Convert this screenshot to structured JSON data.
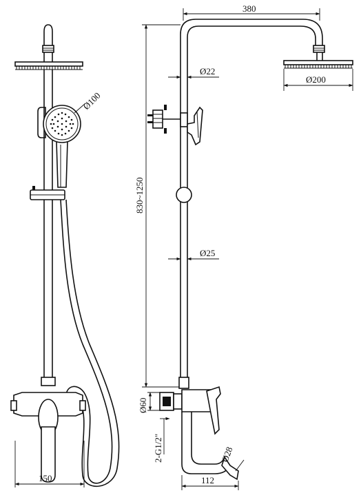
{
  "front_view": {
    "handshower_diameter": "Ø100",
    "width": "150"
  },
  "side_view": {
    "top_width": "380",
    "pipe_upper_diameter": "Ø22",
    "head_diameter": "Ø200",
    "height_range": "830~1250",
    "pipe_lower_diameter": "Ø25",
    "body_diameter": "Ø60",
    "inlet_thread": "2-G1/2\"",
    "spout_diameter": "Ø28",
    "spout_reach": "112"
  }
}
